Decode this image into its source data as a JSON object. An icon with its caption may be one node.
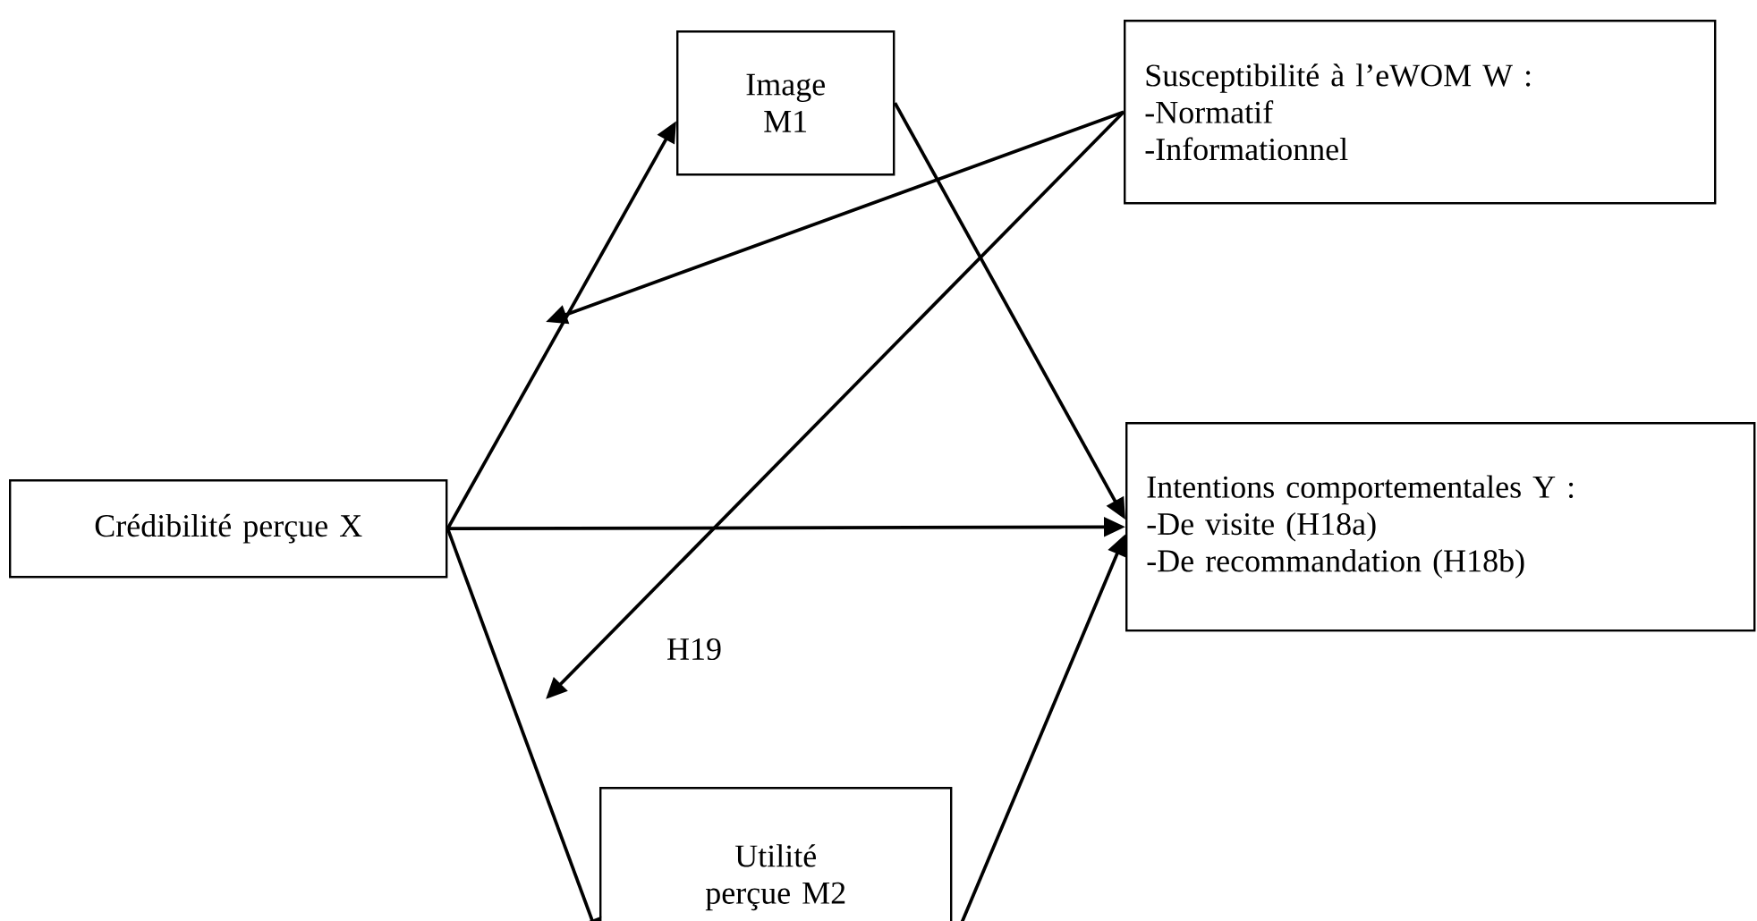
{
  "diagram": {
    "nodes": [
      {
        "text": [
          "Image M1"
        ]
      },
      {
        "text": [
          "Susceptibilité à l’eWOM W :",
          "-Normatif",
          "-Informationnel"
        ]
      },
      {
        "text": [
          "Intentions comportementales Y :",
          "-De visite (H18a)",
          "-De recommandation (H18b)"
        ]
      },
      {
        "text": [
          "Crédibilité perçue X"
        ]
      },
      {
        "text": [
          "Utilité perçue M2"
        ]
      }
    ],
    "edges": [
      {
        "from": 3,
        "to": 0,
        "arrow": "to"
      },
      {
        "from": 0,
        "to": 2,
        "arrow": "to"
      },
      {
        "from": 3,
        "to": 2,
        "arrow": "to"
      },
      {
        "from": 3,
        "to": 4,
        "arrow": "to"
      },
      {
        "from": 4,
        "to": 2,
        "arrow": "to"
      },
      {
        "from": 1,
        "to": null,
        "arrow": "to"
      },
      {
        "from": 1,
        "to": null,
        "arrow": "to"
      }
    ],
    "labels": [
      "H19"
    ]
  }
}
